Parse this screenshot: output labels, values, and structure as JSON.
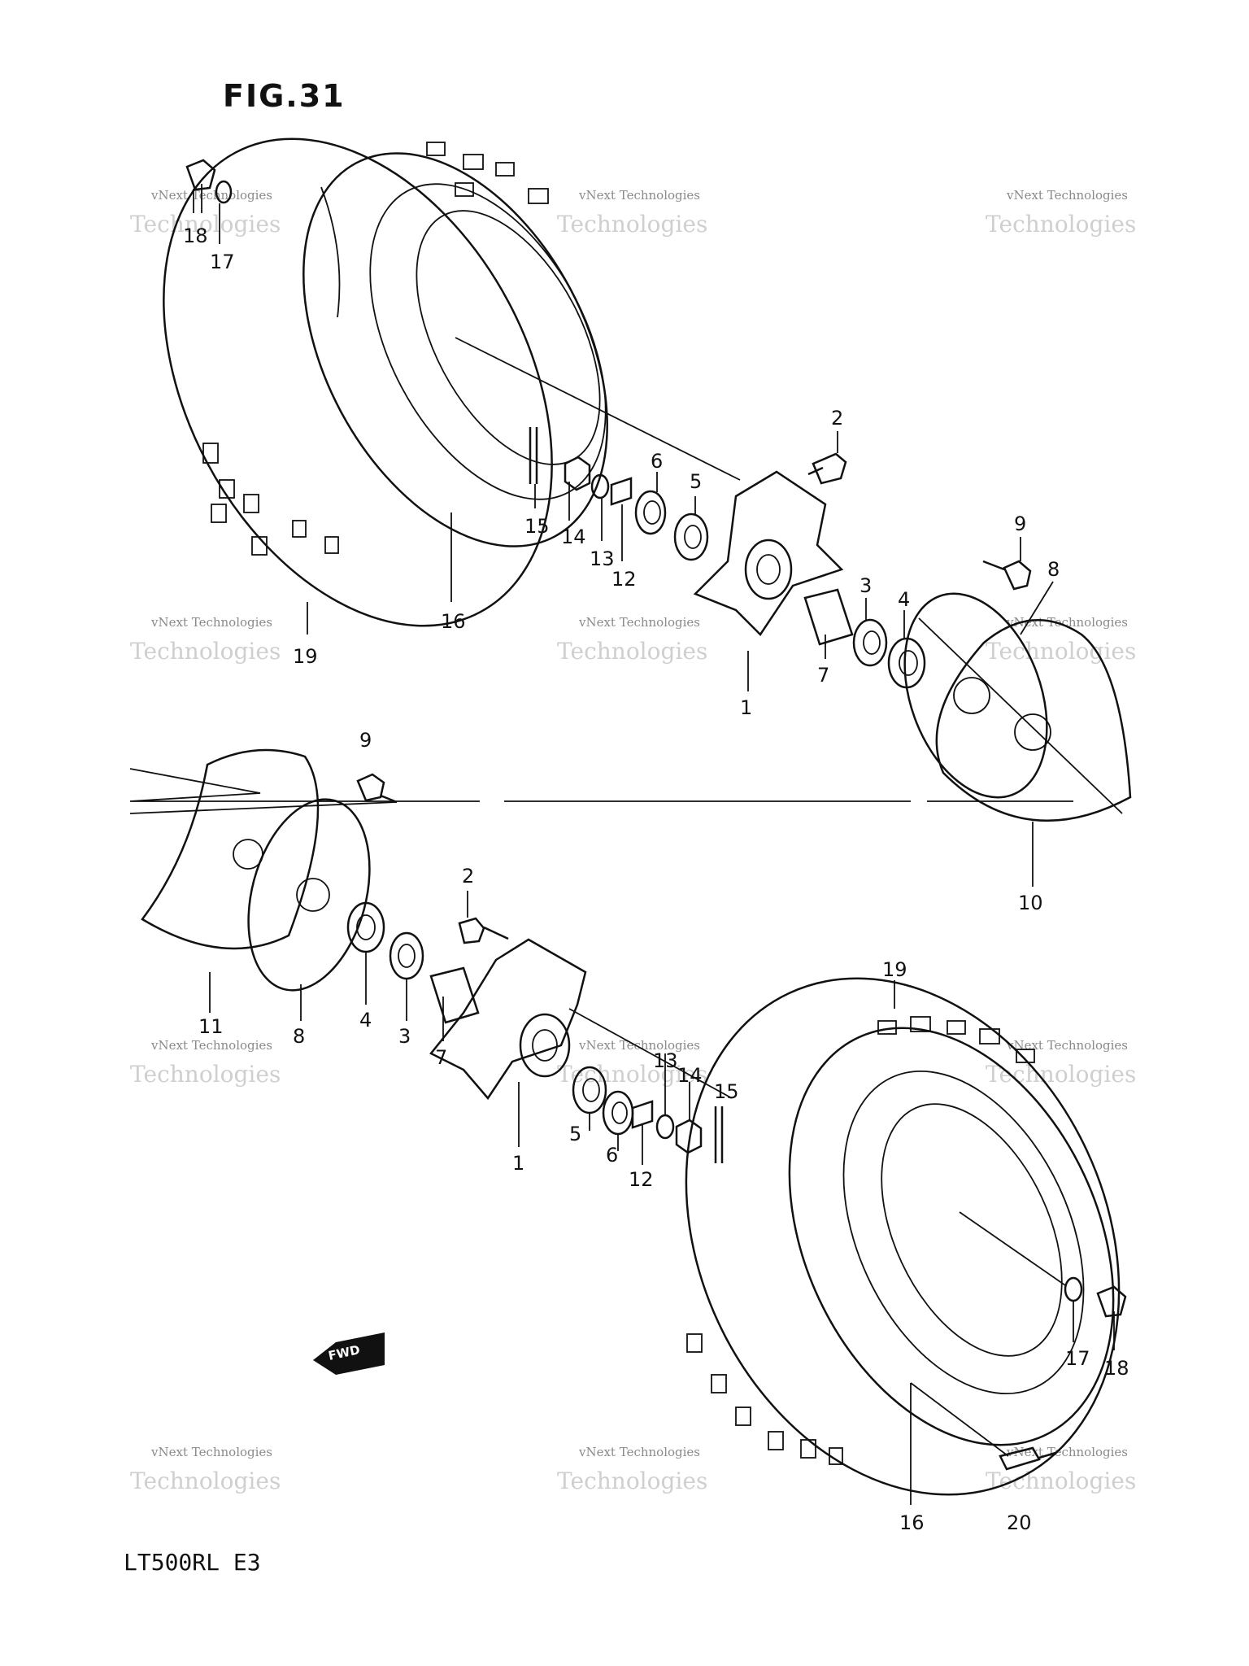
{
  "figure": {
    "title": "FIG.31",
    "model_code": "LT500RL  E3",
    "direction_arrow_label": "FWD"
  },
  "watermark": {
    "line1": "vNext Technologies",
    "line2": "Technologies",
    "logo": "vNext"
  },
  "callouts": {
    "top_left_wheel": [
      "18",
      "17",
      "19",
      "16",
      "15",
      "14",
      "13",
      "12",
      "6",
      "5",
      "2",
      "1",
      "7",
      "3",
      "4",
      "9",
      "8",
      "10"
    ],
    "bottom_right_wheel": [
      "9",
      "11",
      "8",
      "4",
      "3",
      "7",
      "2",
      "1",
      "5",
      "6",
      "12",
      "13",
      "14",
      "15",
      "19",
      "17",
      "18",
      "16",
      "20"
    ]
  },
  "labels": {
    "c18a": "18",
    "c17a": "17",
    "c19a": "19",
    "c16a": "16",
    "c15a": "15",
    "c14a": "14",
    "c13a": "13",
    "c12a": "12",
    "c6a": "6",
    "c5a": "5",
    "c2a": "2",
    "c1a": "1",
    "c7a": "7",
    "c3a": "3",
    "c4a": "4",
    "c9a": "9",
    "c8a": "8",
    "c10a": "10",
    "c9b": "9",
    "c11b": "11",
    "c8b": "8",
    "c4b": "4",
    "c3b": "3",
    "c7b": "7",
    "c2b": "2",
    "c1b": "1",
    "c5b": "5",
    "c6b": "6",
    "c12b": "12",
    "c13b": "13",
    "c14b": "14",
    "c15b": "15",
    "c19b": "19",
    "c17b": "17",
    "c18b": "18",
    "c16b": "16",
    "c20b": "20"
  }
}
